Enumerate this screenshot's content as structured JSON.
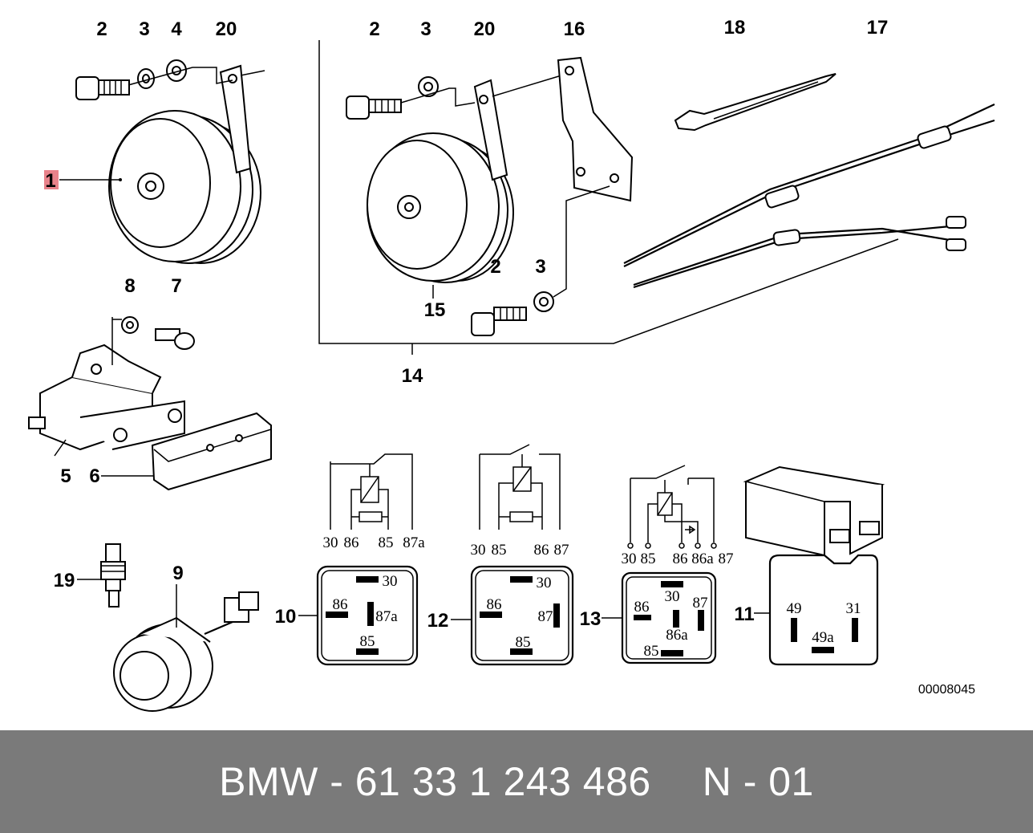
{
  "callouts": {
    "c1": "1",
    "c2a": "2",
    "c3a": "3",
    "c4": "4",
    "c20a": "20",
    "c2b": "2",
    "c3b": "3",
    "c20b": "20",
    "c16": "16",
    "c18": "18",
    "c17": "17",
    "c2c": "2",
    "c3c": "3",
    "c15": "15",
    "c14": "14",
    "c8": "8",
    "c7": "7",
    "c5": "5",
    "c6": "6",
    "c19": "19",
    "c9": "9",
    "c10": "10",
    "c12": "12",
    "c13": "13",
    "c11": "11"
  },
  "highlight_color": "#e8838b",
  "relay_schematics": {
    "r10_pins": [
      "30",
      "86",
      "85",
      "87a"
    ],
    "r12_pins": [
      "30",
      "85",
      "86",
      "87"
    ],
    "r13_pins": [
      "30",
      "85",
      "86",
      "86a",
      "87"
    ]
  },
  "relay_bases": {
    "r10": {
      "p30": "30",
      "p86": "86",
      "p87a": "87a",
      "p85": "85"
    },
    "r12": {
      "p30": "30",
      "p86": "86",
      "p87": "87",
      "p85": "85"
    },
    "r13": {
      "p30": "30",
      "p86": "86",
      "p87": "87",
      "p86a": "86a",
      "p85": "85"
    },
    "r11": {
      "p49": "49",
      "p31": "31",
      "p49a": "49a"
    }
  },
  "drawing_code": "00008045",
  "footer": {
    "brand_part": "BMW - 61 33 1 243 486",
    "suffix": "N - 01"
  }
}
